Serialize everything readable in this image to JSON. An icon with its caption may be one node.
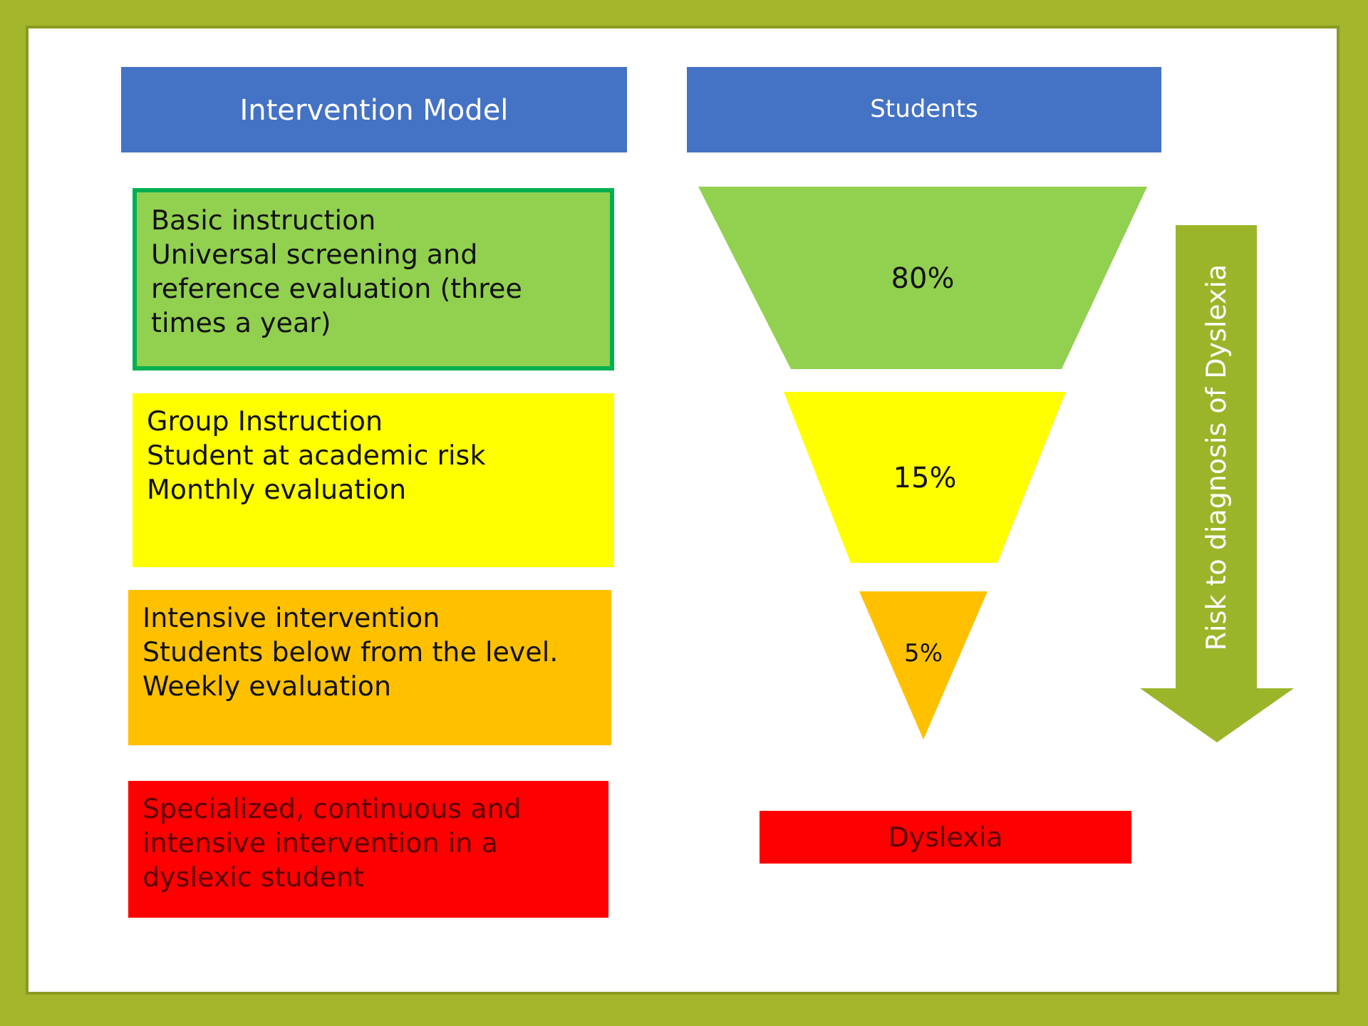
{
  "diagram": {
    "nodes": [
      {
        "text": [
          "Intervention Model"
        ]
      },
      {
        "text": [
          "Students"
        ]
      },
      {
        "text": [
          "Basic instruction",
          "Universal screening and reference evaluation (three times a year)"
        ]
      },
      {
        "text": [
          "80%"
        ]
      },
      {
        "text": [
          "Group Instruction",
          "Student at academic risk",
          "Monthly evaluation"
        ]
      },
      {
        "text": [
          "15%"
        ]
      },
      {
        "text": [
          "Intensive intervention",
          "Students below from the level. Weekly evaluation"
        ]
      },
      {
        "text": [
          "5%"
        ]
      },
      {
        "text": [
          "Specialized, continuous and intensive intervention in a dyslexic student"
        ]
      },
      {
        "text": [
          "Dyslexia"
        ]
      },
      {
        "text": [
          "Risk to diagnosis of Dyslexia"
        ]
      }
    ]
  }
}
